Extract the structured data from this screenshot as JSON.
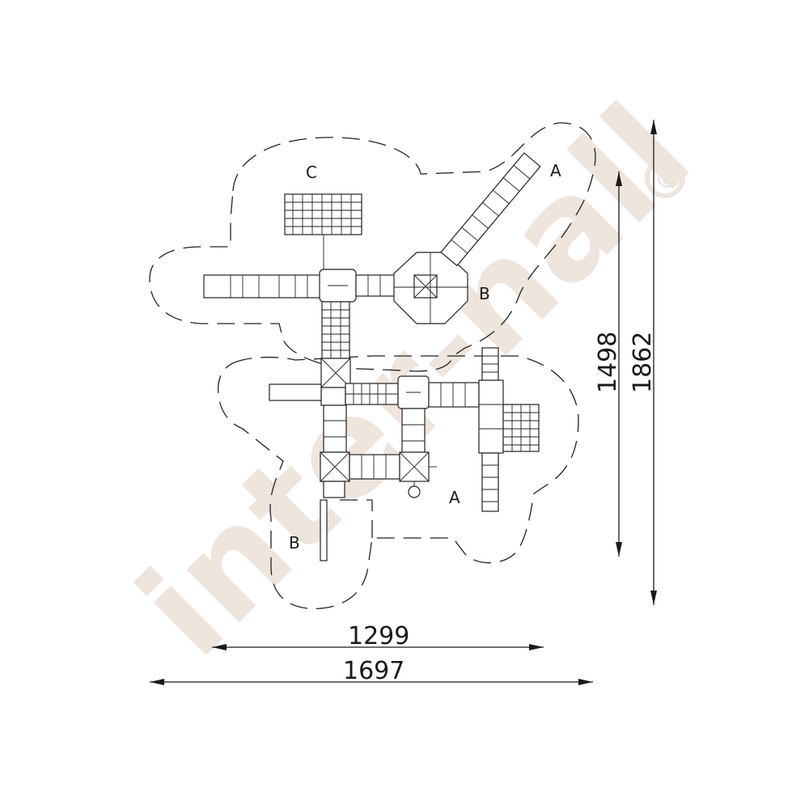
{
  "watermark": {
    "brand": "inter-hall",
    "registered_mark": "®",
    "color": "#eee5dd"
  },
  "zones": {
    "top_right_a": "A",
    "mid_right_b": "B",
    "top_left_c": "C",
    "bottom_a": "A",
    "bottom_left_b": "B"
  },
  "dimensions": {
    "inner_width": "1299",
    "outer_width": "1697",
    "inner_height": "1498",
    "outer_height": "1862"
  },
  "colors": {
    "line": "#222222",
    "background": "#ffffff"
  }
}
